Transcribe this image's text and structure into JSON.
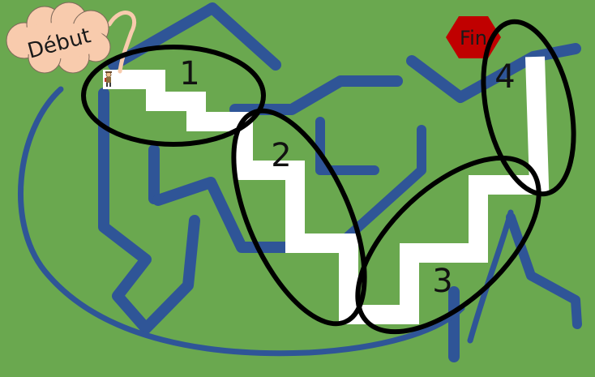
{
  "board": {
    "background_color": "#6aa84f",
    "maze_color": "#2f5597",
    "path_color": "#ffffff",
    "outline_color": "#000000"
  },
  "start": {
    "label": "Début",
    "cloud_color": "#f8cbad",
    "character_icon": "explorer-character-icon"
  },
  "finish": {
    "label": "Fin",
    "octagon_color": "#c00000"
  },
  "segments": [
    {
      "label": "1"
    },
    {
      "label": "2"
    },
    {
      "label": "3"
    },
    {
      "label": "4"
    }
  ]
}
